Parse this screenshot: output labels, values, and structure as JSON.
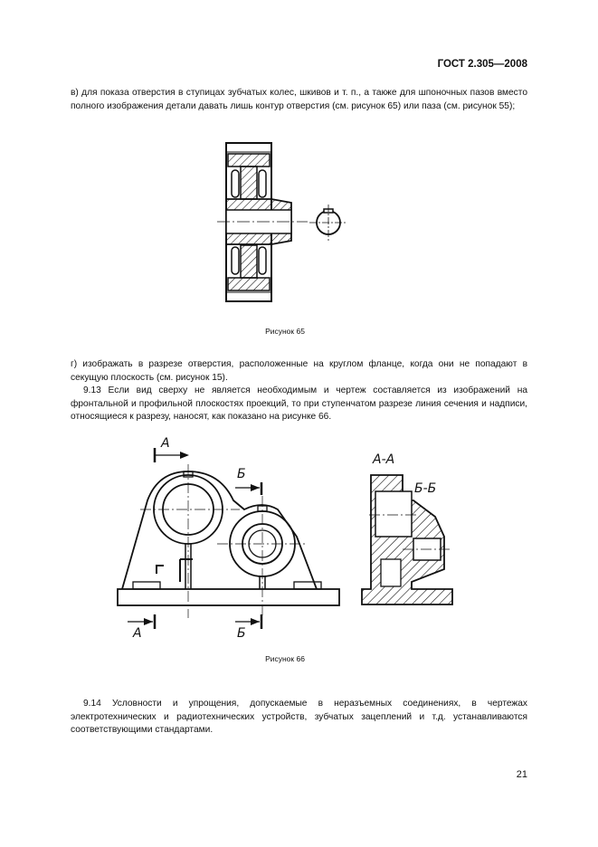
{
  "header": {
    "standard": "ГОСТ 2.305—2008"
  },
  "paragraphs": {
    "p_v": "в) для показа отверстия в ступицах зубчатых колес, шкивов и т. п., а также для шпоночных пазов вместо полного изображения детали давать лишь контур отверстия (см. рисунок 65) или паза (см. рисунок 55);",
    "p_g": "г) изображать в разрезе отверстия, расположенные на круглом фланце, когда они не попадают в секущую плоскость (см. рисунок 15).",
    "p_913": "9.13 Если вид сверху не является необходимым и чертеж составляется из изображений на фронтальной и профильной плоскостях проекций, то при ступенчатом разрезе линия сечения и надписи, относящиеся к разрезу, наносят, как показано на рисунке 66.",
    "p_914": "9.14 Условности и упрощения, допускаемые в неразъемных соединениях, в чертежах электротехнических и радиотехнических устройств, зубчатых зацеплений и т.д. устанавливаются соответствующими стандартами."
  },
  "figures": {
    "fig65_caption": "Рисунок 65",
    "fig66_caption": "Рисунок 66",
    "fig66_labels": {
      "a_top": "А",
      "b_top": "Б",
      "a_bottom": "А",
      "b_bottom": "Б",
      "g_mark": "Г",
      "section_aa": "А-А",
      "section_bb": "Б-Б"
    }
  },
  "page_number": "21"
}
